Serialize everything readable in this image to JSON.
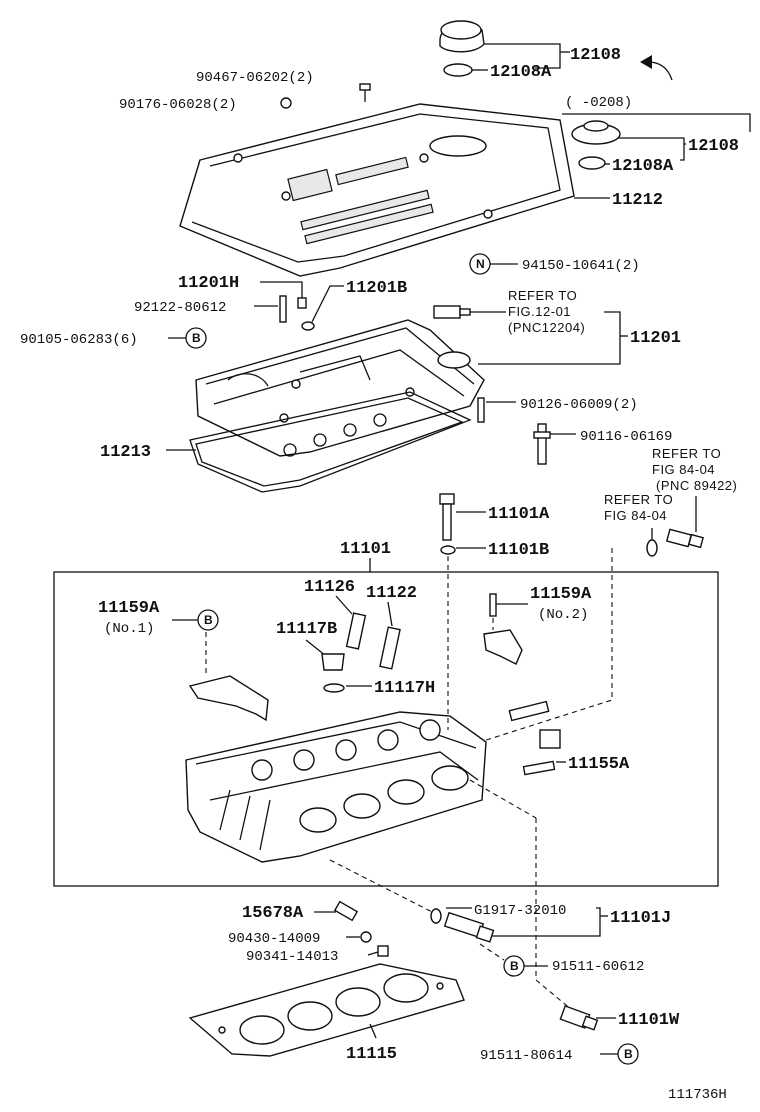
{
  "labels": {
    "p12108_top": "12108",
    "p12108A_top": "12108A",
    "p90467": "90467-06202(2)",
    "p90176": "90176-06028(2)",
    "range": "(     -0208)",
    "p12108_mid": "12108",
    "p12108A_mid": "12108A",
    "p11212": "11212",
    "p11201H": "11201H",
    "p94150": "94150-10641(2)",
    "p92122": "92122-80612",
    "p11201B": "11201B",
    "refer1_a": "REFER TO",
    "refer1_b": "FIG.12-01",
    "refer1_c": "(PNC12204)",
    "p90105": "90105-06283(6)",
    "p11201": "11201",
    "p90126": "90126-06009(2)",
    "p11213": "11213",
    "p90116": "90116-06169",
    "refer2_a": "REFER TO",
    "refer2_b": "FIG 84-04",
    "refer2_c": "(PNC 89422)",
    "refer3_a": "REFER TO",
    "refer3_b": "FIG 84-04",
    "p11101A": "11101A",
    "p11101": "11101",
    "p11101B": "11101B",
    "p11126": "11126",
    "p11122": "11122",
    "p11159A_left": "11159A",
    "no1": "(No.1)",
    "p11159A_right": "11159A",
    "no2": "(No.2)",
    "p11117B": "11117B",
    "p11117H": "11117H",
    "p11155A": "11155A",
    "p15678A": "15678A",
    "pG1917": "G1917-32010",
    "p11101J": "11101J",
    "p90430": "90430-14009",
    "p90341": "90341-14013",
    "p91511_60612": "91511-60612",
    "p11101W": "11101W",
    "p11115": "11115",
    "p91511_80614": "91511-80614",
    "fig_code": "111736H"
  },
  "markers": {
    "b": "B",
    "n": "N"
  }
}
